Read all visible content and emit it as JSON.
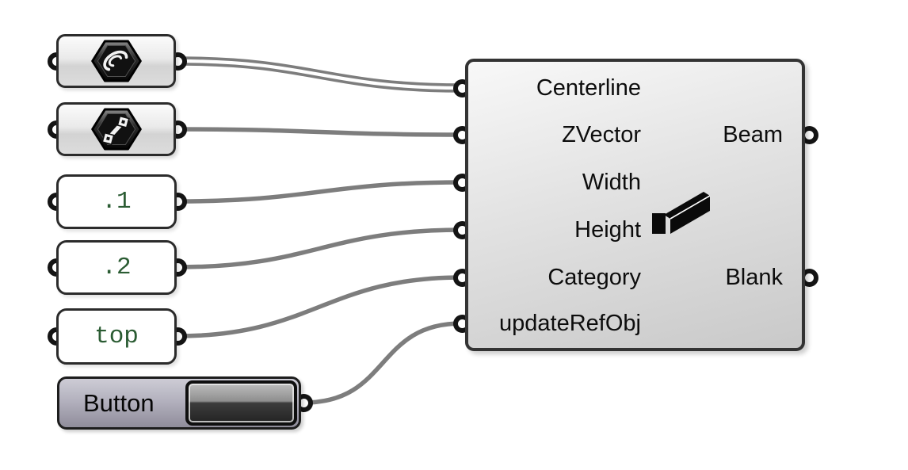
{
  "nodes": {
    "curve_param": {
      "icon": "curve-spiral-icon"
    },
    "line_param": {
      "icon": "line-segment-icon"
    },
    "panel_width": {
      "text": ".1"
    },
    "panel_height": {
      "text": ".2"
    },
    "panel_category": {
      "text": "top"
    },
    "button": {
      "label": "Button"
    },
    "beam": {
      "icon": "beam-3d-icon",
      "inputs": [
        {
          "label": "Centerline"
        },
        {
          "label": "ZVector"
        },
        {
          "label": "Width"
        },
        {
          "label": "Height"
        },
        {
          "label": "Category"
        },
        {
          "label": "updateRefObj"
        }
      ],
      "outputs": [
        {
          "label": "Beam"
        },
        {
          "label": "Blank"
        }
      ]
    }
  },
  "wires": [
    {
      "from": "curve_param.out",
      "to": "beam.in0",
      "style": "double"
    },
    {
      "from": "line_param.out",
      "to": "beam.in1",
      "style": "single"
    },
    {
      "from": "panel_width.out",
      "to": "beam.in2",
      "style": "single"
    },
    {
      "from": "panel_height.out",
      "to": "beam.in3",
      "style": "single"
    },
    {
      "from": "panel_category.out",
      "to": "beam.in4",
      "style": "single"
    },
    {
      "from": "button.out",
      "to": "beam.in5",
      "style": "single"
    }
  ],
  "colors": {
    "wire": "#7d7d7d",
    "wire_gap": "#ffffff",
    "panel_text": "#2b5c33",
    "node_border": "#2b2b2b",
    "canvas_bg": "#ffffff"
  }
}
